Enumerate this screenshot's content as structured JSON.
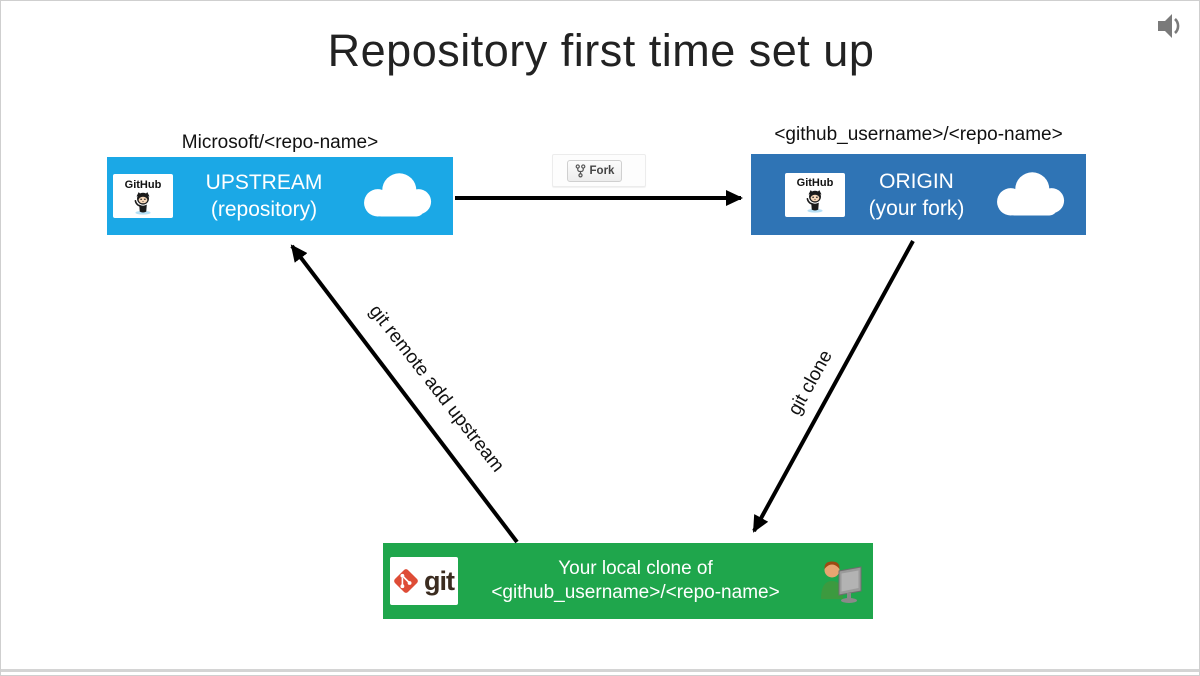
{
  "title": "Repository first time set up",
  "upstream": {
    "caption": "Microsoft/<repo-name>",
    "name": "UPSTREAM",
    "subtitle": "(repository)",
    "color": "#1BA8E6",
    "badge": "GitHub"
  },
  "origin": {
    "caption": "<github_username>/<repo-name>",
    "name": "ORIGIN",
    "subtitle": "(your fork)",
    "color": "#2F74B5",
    "badge": "GitHub"
  },
  "local": {
    "line1": "Your local clone of",
    "line2": "<github_username>/<repo-name>",
    "color": "#1FA64C",
    "badge": "git"
  },
  "edges": {
    "fork": "Fork",
    "clone": "git clone",
    "remote": "git remote add upstream"
  },
  "icons": {
    "speaker_color": "#7a7a7a",
    "arrow_color": "#000000",
    "git_diamond_color": "#DE4C36"
  }
}
